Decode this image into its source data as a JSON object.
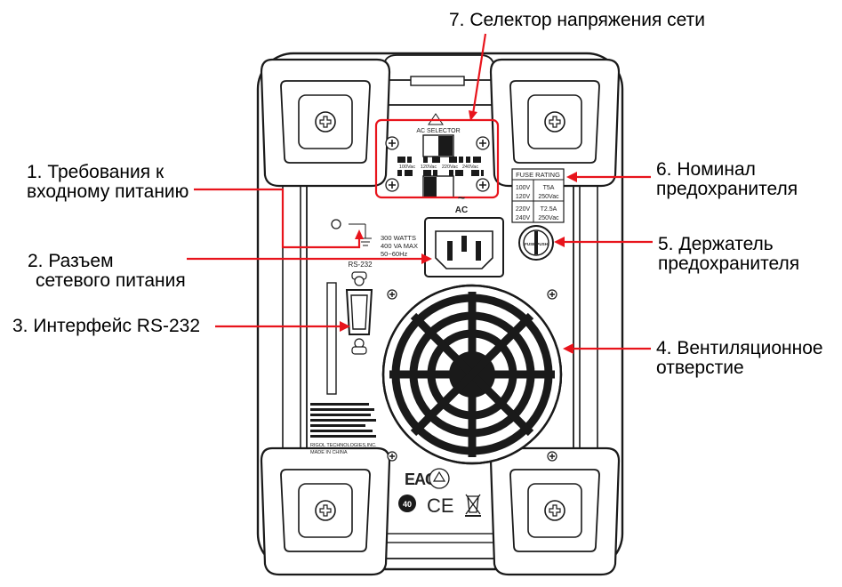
{
  "callouts": {
    "selector": {
      "line1": "7. Селектор напряжения сети"
    },
    "input_req": {
      "line1": "1. Требования к",
      "line2": "входному питанию"
    },
    "power_socket": {
      "line1": "2. Разъем",
      "line2": "сетевого питания"
    },
    "rs232": {
      "line1": "3. Интерфейс RS-232"
    },
    "fuse_rating": {
      "line1": "6. Номинал",
      "line2": "предохранителя"
    },
    "fuse_holder": {
      "line1": "5. Держатель",
      "line2": "предохранителя"
    },
    "vent": {
      "line1": "4. Вентиляционное",
      "line2": "отверстие"
    }
  },
  "panel": {
    "ac_selector_title": "AC SELECTOR",
    "selector_options": [
      "100Vac",
      "120Vac",
      "220Vac",
      "240Vac"
    ],
    "ac_label": "AC",
    "power_spec": [
      "300 WATTS",
      "400 VA MAX",
      "50~60Hz"
    ],
    "rs232_label": "RS-232",
    "fuse_table": {
      "title": "FUSE RATING",
      "rows": [
        [
          "100V",
          "T5A"
        ],
        [
          "120V",
          "250Vac"
        ],
        [
          "220V",
          "T2.5A"
        ],
        [
          "240V",
          "250Vac"
        ]
      ]
    },
    "fuse_cap_text": "FUSE PUSH",
    "maker_line1": "RIGOL TECHNOLOGIES,INC.",
    "maker_line2": "MADE IN CHINA",
    "eac_mark": "EAC",
    "rohs_mark": "40",
    "ce_mark": "CE"
  },
  "colors": {
    "accent": "#e8141c",
    "outline": "#1a1a1a",
    "panel_fill": "#ffffff"
  }
}
